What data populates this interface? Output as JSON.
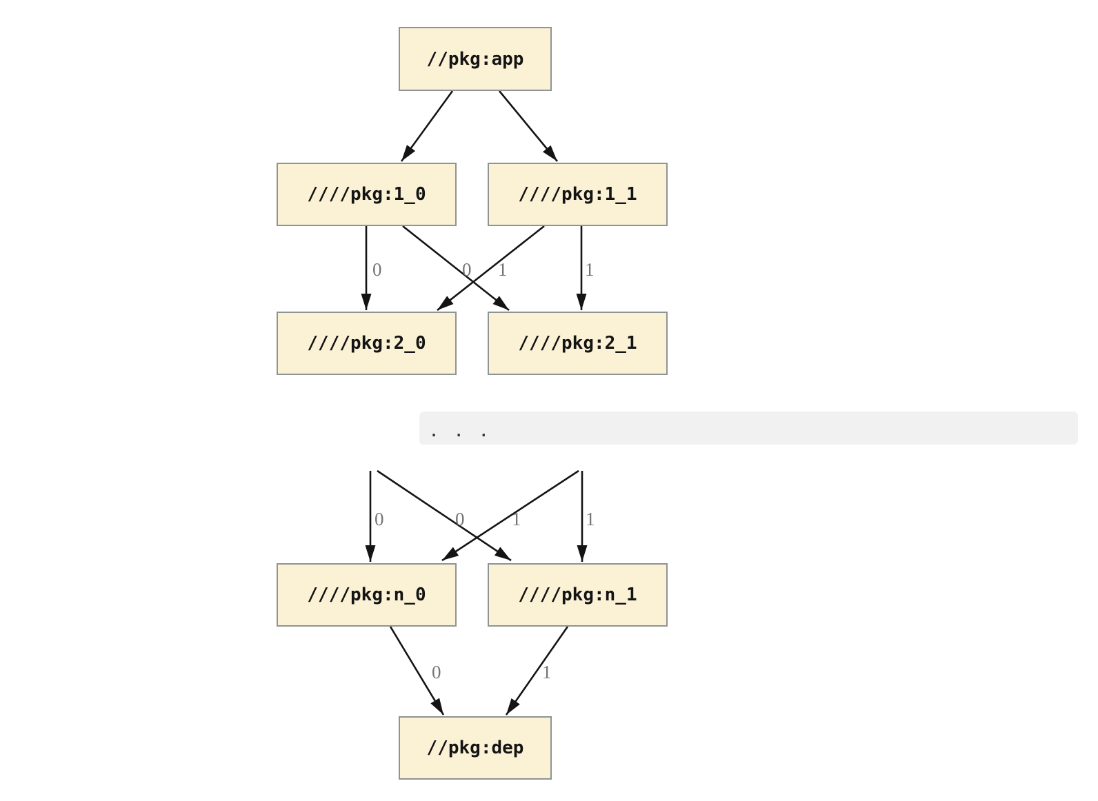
{
  "diagram": {
    "nodes": {
      "app": {
        "label": "//pkg:app"
      },
      "1_0": {
        "label": "////pkg:1_0"
      },
      "1_1": {
        "label": "////pkg:1_1"
      },
      "2_0": {
        "label": "////pkg:2_0"
      },
      "2_1": {
        "label": "////pkg:2_1"
      },
      "n_0": {
        "label": "////pkg:n_0"
      },
      "n_1": {
        "label": "////pkg:n_1"
      },
      "dep": {
        "label": "//pkg:dep"
      }
    },
    "ellipsis": ".  .  .",
    "edge_labels": {
      "u1": "0",
      "u2": "0",
      "u3": "1",
      "u4": "1",
      "m1": "0",
      "m2": "0",
      "m3": "1",
      "m4": "1",
      "b1": "0",
      "b2": "1"
    },
    "edges": [
      {
        "from": "//pkg:app",
        "to": "////pkg:1_0",
        "label": ""
      },
      {
        "from": "//pkg:app",
        "to": "////pkg:1_1",
        "label": ""
      },
      {
        "from": "////pkg:1_0",
        "to": "////pkg:2_0",
        "label": "0"
      },
      {
        "from": "////pkg:1_0",
        "to": "////pkg:2_1",
        "label": "0"
      },
      {
        "from": "////pkg:1_1",
        "to": "////pkg:2_0",
        "label": "1"
      },
      {
        "from": "////pkg:1_1",
        "to": "////pkg:2_1",
        "label": "1"
      },
      {
        "from": "…",
        "to": "////pkg:n_0",
        "label": "0"
      },
      {
        "from": "…",
        "to": "////pkg:n_1",
        "label": "0"
      },
      {
        "from": "…",
        "to": "////pkg:n_0",
        "label": "1"
      },
      {
        "from": "…",
        "to": "////pkg:n_1",
        "label": "1"
      },
      {
        "from": "////pkg:n_0",
        "to": "//pkg:dep",
        "label": "0"
      },
      {
        "from": "////pkg:n_1",
        "to": "//pkg:dep",
        "label": "1"
      }
    ],
    "colors": {
      "node_fill": "#fbf2d6",
      "node_border": "#8e9494",
      "edge_stroke": "#141414",
      "edge_label": "#757575",
      "band_background": "#f1f1f1",
      "page_background": "#ffffff"
    }
  }
}
